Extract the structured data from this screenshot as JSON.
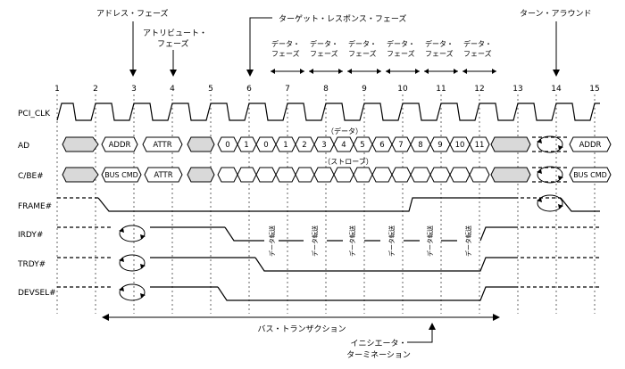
{
  "phases": {
    "address": "アドレス・フェーズ",
    "attribute_line1": "アトリビュート・",
    "attribute_line2": "フェーズ",
    "target_response": "ターゲット・レスポンス・フェーズ",
    "turnaround": "ターン・アラウンド",
    "data_phase_line1": "データ・",
    "data_phase_line2": "フェーズ"
  },
  "clock_numbers": [
    "1",
    "2",
    "3",
    "4",
    "5",
    "6",
    "7",
    "8",
    "9",
    "10",
    "11",
    "12",
    "13",
    "14",
    "15"
  ],
  "signals": {
    "pci_clk": "PCI_CLK",
    "ad": "AD",
    "cbe": "C/BE#",
    "frame": "FRAME#",
    "irdy": "IRDY#",
    "trdy": "TRDY#",
    "devsel": "DEVSEL#"
  },
  "ad_values": {
    "addr": "ADDR",
    "attr": "ATTR",
    "data": [
      "0",
      "1",
      "0",
      "1",
      "2",
      "3",
      "4",
      "5",
      "6",
      "7",
      "8",
      "9",
      "10",
      "11"
    ],
    "addr_end": "ADDR",
    "annotation": "（データ）"
  },
  "cbe_values": {
    "bus_cmd": "BUS CMD",
    "attr": "ATTR",
    "bus_cmd_end": "BUS CMD",
    "annotation": "（ストローブ）"
  },
  "transfer_label": "データ転送",
  "bus_transaction": "バス・トランザクション",
  "initiator_termination_line1": "イニシエータ・",
  "initiator_termination_line2": "ターミネーション"
}
